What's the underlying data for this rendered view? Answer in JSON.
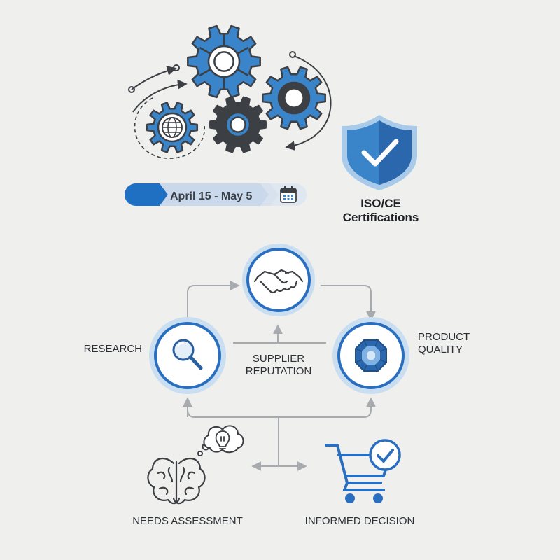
{
  "timeline": {
    "label": "April 15 - May 5"
  },
  "certification": {
    "line1": "ISO/CE",
    "line2": "Certifications"
  },
  "nodes": {
    "research": {
      "label": "RESEARCH"
    },
    "supplier": {
      "line1": "SUPPLIER",
      "line2": "REPUTATION"
    },
    "quality": {
      "line1": "PRODUCT",
      "line2": "QUALITY"
    },
    "needs": {
      "label": "NEEDS ASSESSMENT"
    },
    "decision": {
      "label": "INFORMED DECISION"
    }
  },
  "colors": {
    "accent": "#3a84c9",
    "accent_dark": "#1f5fa8",
    "ring_light": "#a9cbe9",
    "gear_dark": "#3c3f44",
    "line": "#a7aaae",
    "text": "#2b2f36"
  },
  "icons": [
    "gear-icon",
    "globe-icon",
    "shield-check-icon",
    "calendar-icon",
    "handshake-icon",
    "magnifier-icon",
    "gem-icon",
    "brain-icon",
    "lightbulb-icon",
    "shopping-cart-icon",
    "check-icon"
  ]
}
